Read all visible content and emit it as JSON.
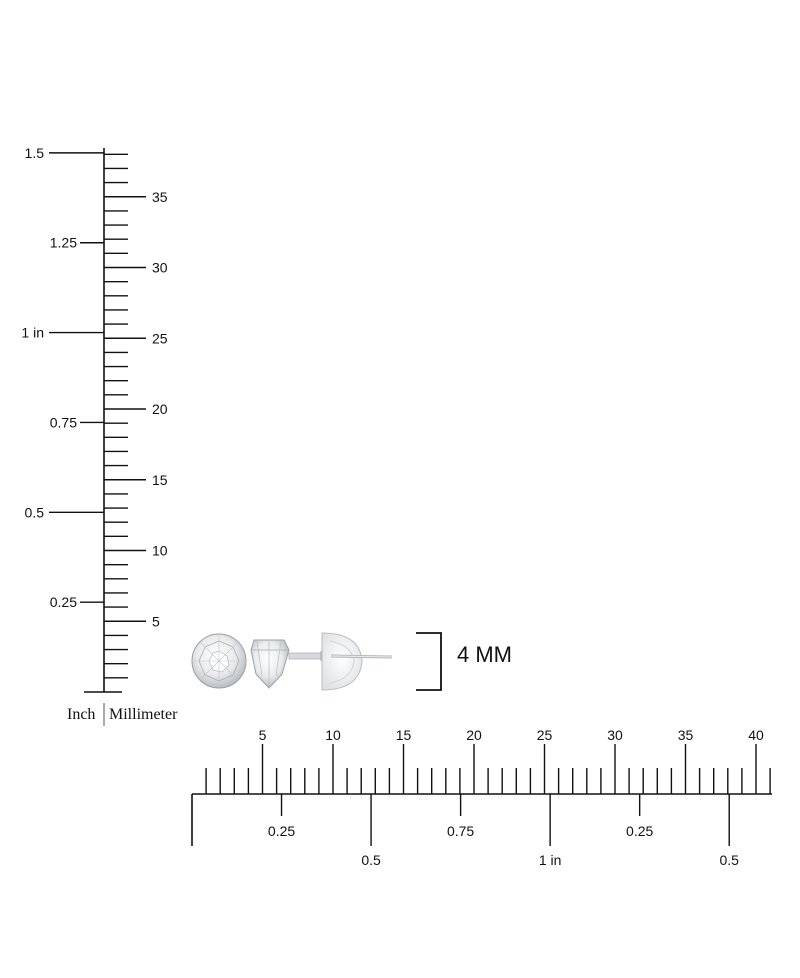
{
  "vertical_ruler": {
    "inch_labels": [
      {
        "text": "0.25",
        "value": 0.25
      },
      {
        "text": "0.5",
        "value": 0.5
      },
      {
        "text": "0.75",
        "value": 0.75
      },
      {
        "text": "1 in",
        "value": 1.0
      },
      {
        "text": "1.25",
        "value": 1.25
      },
      {
        "text": "1.5",
        "value": 1.5
      }
    ],
    "mm_labels": [
      {
        "text": "5",
        "value": 5
      },
      {
        "text": "10",
        "value": 10
      },
      {
        "text": "15",
        "value": 15
      },
      {
        "text": "20",
        "value": 20
      },
      {
        "text": "25",
        "value": 25
      },
      {
        "text": "30",
        "value": 30
      },
      {
        "text": "35",
        "value": 35
      }
    ],
    "inch_caption": "Inch",
    "mm_caption": "Millimeter"
  },
  "horizontal_ruler": {
    "mm_labels": [
      {
        "text": "5",
        "value": 5
      },
      {
        "text": "10",
        "value": 10
      },
      {
        "text": "15",
        "value": 15
      },
      {
        "text": "20",
        "value": 20
      },
      {
        "text": "25",
        "value": 25
      },
      {
        "text": "30",
        "value": 30
      },
      {
        "text": "35",
        "value": 35
      },
      {
        "text": "40",
        "value": 40
      }
    ],
    "inch_labels": [
      {
        "text": "0.25",
        "value": 0.25,
        "row": "upper"
      },
      {
        "text": "0.5",
        "value": 0.5,
        "row": "lower"
      },
      {
        "text": "0.75",
        "value": 0.75,
        "row": "upper"
      },
      {
        "text": "1 in",
        "value": 1.0,
        "row": "lower"
      },
      {
        "text": "0.25",
        "value": 1.25,
        "row": "upper"
      },
      {
        "text": "0.5",
        "value": 1.5,
        "row": "lower"
      }
    ]
  },
  "product": {
    "size_label": "4 MM"
  }
}
